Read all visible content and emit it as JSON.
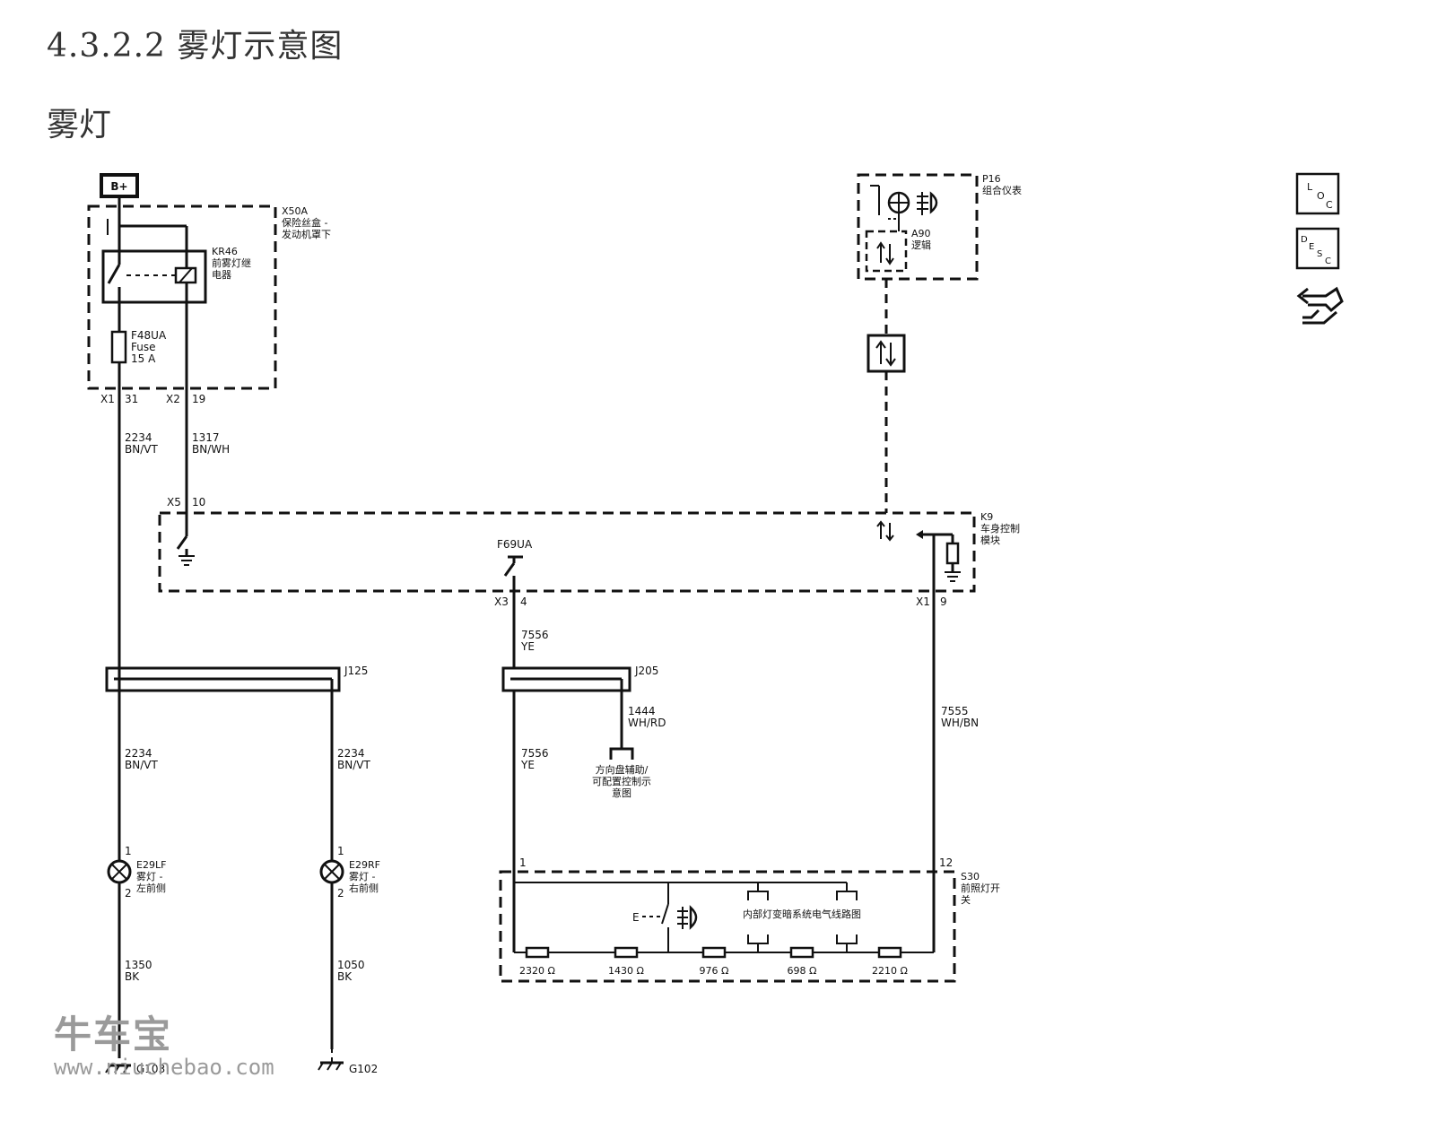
{
  "title": "4.3.2.2 雾灯示意图",
  "subtitle": "雾灯",
  "side_icons": [
    "loc-icon",
    "desc-icon",
    "connector-view-icon"
  ],
  "icon_labels": {
    "loc_top": "L",
    "loc_mid": "O",
    "loc_bot": "C",
    "desc_1": "D",
    "desc_2": "E",
    "desc_3": "S",
    "desc_4": "C"
  },
  "power": {
    "label": "B+"
  },
  "x50a": {
    "code": "X50A",
    "line1": "保险丝盒 -",
    "line2": "发动机罩下"
  },
  "kr46": {
    "code": "KR46",
    "line1": "前雾灯继",
    "line2": "电器"
  },
  "fuse": {
    "code": "F48UA",
    "line1": "Fuse",
    "line2": "15 A"
  },
  "x50a_pins": {
    "c1": "X1",
    "p1": "31",
    "c2": "X2",
    "p2": "19"
  },
  "wire_2234_top": {
    "num": "2234",
    "color": "BN/VT"
  },
  "wire_1317": {
    "num": "1317",
    "color": "BN/WH"
  },
  "k9_pins_top": {
    "c": "X5",
    "p": "10"
  },
  "k9": {
    "code": "K9",
    "line1": "车身控制",
    "line2": "模块"
  },
  "f69ua": "F69UA",
  "k9_pins_bottom": {
    "c1": "X3",
    "p1": "4",
    "c2": "X1",
    "p2": "9"
  },
  "p16": {
    "code": "P16",
    "line1": "组合仪表"
  },
  "a90": {
    "code": "A90",
    "line1": "逻辑"
  },
  "wire_7556_top": {
    "num": "7556",
    "color": "YE"
  },
  "j125": "J125",
  "j205": "J205",
  "wire_1444": {
    "num": "1444",
    "color": "WH/RD"
  },
  "steering_ref": {
    "line1": "方向盘辅助/",
    "line2": "可配置控制示",
    "line3": "意图"
  },
  "wire_7555": {
    "num": "7555",
    "color": "WH/BN"
  },
  "wire_2234_left": {
    "num": "2234",
    "color": "BN/VT"
  },
  "wire_2234_right": {
    "num": "2234",
    "color": "BN/VT"
  },
  "wire_7556_bottom": {
    "num": "7556",
    "color": "YE"
  },
  "e29lf": {
    "code": "E29LF",
    "line1": "雾灯 -",
    "line2": "左前侧",
    "pin_top": "1",
    "pin_bot": "2"
  },
  "e29rf": {
    "code": "E29RF",
    "line1": "雾灯 -",
    "line2": "右前侧",
    "pin_top": "1",
    "pin_bot": "2"
  },
  "s30": {
    "code": "S30",
    "line1": "前照灯开",
    "line2": "关",
    "pin_left": "1",
    "pin_right": "12"
  },
  "s30_inner": {
    "e_label": "E",
    "interior_ref": "内部灯变暗系统电气线路图"
  },
  "resistors": [
    "2320 Ω",
    "1430 Ω",
    "976 Ω",
    "698 Ω",
    "2210 Ω"
  ],
  "wire_1350": {
    "num": "1350",
    "color": "BK"
  },
  "wire_1050": {
    "num": "1050",
    "color": "BK"
  },
  "grounds": {
    "left": "G103",
    "right": "G102"
  },
  "watermark": {
    "cn": "牛车宝",
    "url": "www.niuchebao.com"
  }
}
